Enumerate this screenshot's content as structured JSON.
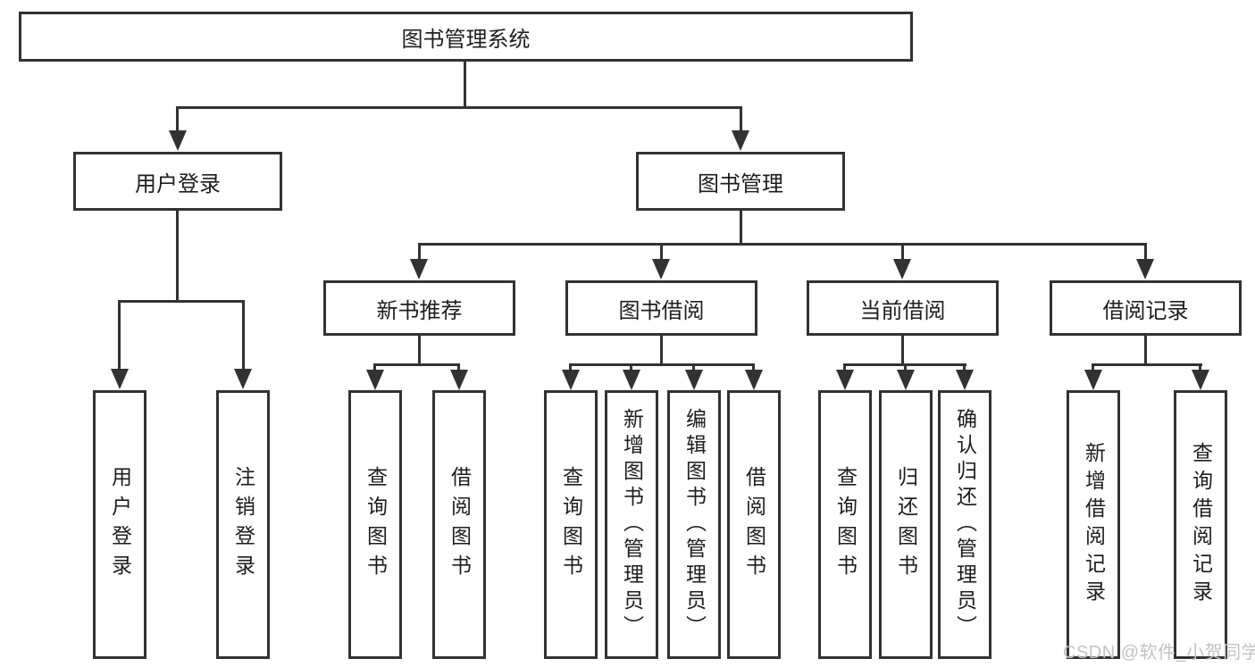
{
  "colors": {
    "line": "#323232",
    "text": "#1d1d1d",
    "watermark": "#c3c3c3",
    "box_fill": "#ffffff"
  },
  "tree": {
    "root": {
      "label": "图书管理系统"
    },
    "level2": [
      {
        "label": "用户登录"
      },
      {
        "label": "图书管理"
      }
    ],
    "level3": [
      {
        "label": "新书推荐"
      },
      {
        "label": "图书借阅"
      },
      {
        "label": "当前借阅"
      },
      {
        "label": "借阅记录"
      }
    ],
    "leaves": {
      "user_login": [
        {
          "label": "用户登录"
        },
        {
          "label": "注销登录"
        }
      ],
      "new_book": [
        {
          "label": "查询图书"
        },
        {
          "label": "借阅图书"
        }
      ],
      "book_borrow": [
        {
          "label": "查询图书"
        },
        {
          "label": "新增图书（管理员）"
        },
        {
          "label": "编辑图书（管理员）"
        },
        {
          "label": "借阅图书"
        }
      ],
      "current_borrow": [
        {
          "label": "查询图书"
        },
        {
          "label": "归还图书"
        },
        {
          "label": "确认归还（管理员）"
        }
      ],
      "borrow_record": [
        {
          "label": "新增借阅记录"
        },
        {
          "label": "查询借阅记录"
        }
      ]
    }
  },
  "watermark": {
    "text": "CSDN @软件_小贺同学"
  }
}
